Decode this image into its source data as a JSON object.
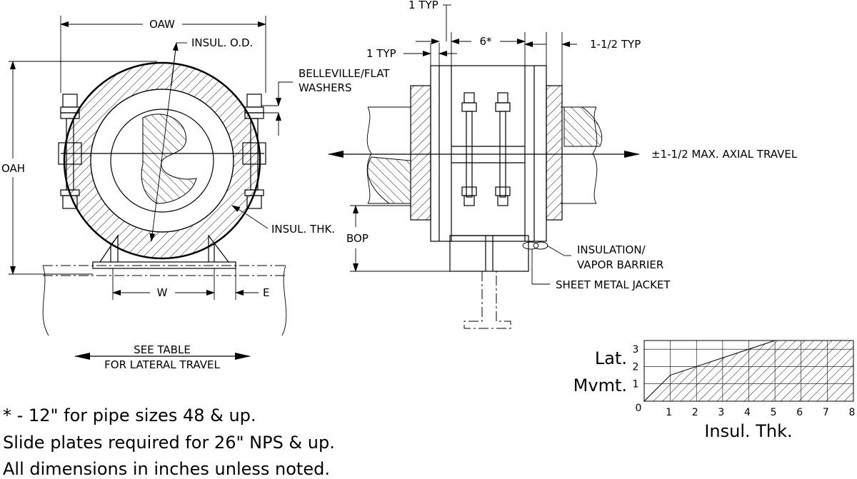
{
  "front_view": {
    "oaw": "OAW",
    "oah": "OAH",
    "insul_od": "INSUL. O.D.",
    "washers_line1": "BELLEVILLE/FLAT",
    "washers_line2": "WASHERS",
    "insul_thk": "INSUL. THK.",
    "w": "W",
    "e": "E",
    "see_table_line1": "SEE TABLE",
    "see_table_line2": "FOR LATERAL TRAVEL"
  },
  "side_view": {
    "one_typ_top": "1 TYP",
    "one_typ": "1 TYP",
    "six": "6*",
    "one_half_typ": "1-1/2 TYP",
    "axial_travel": "±1-1/2 MAX. AXIAL TRAVEL",
    "bop": "BOP",
    "insulation_line1": "INSULATION/",
    "insulation_line2": "VAPOR BARRIER",
    "sheet_metal": "SHEET METAL JACKET"
  },
  "notes": [
    "* - 12\" for pipe sizes 48 & up.",
    "Slide plates required for 26\" NPS & up.",
    "All dimensions in inches unless noted."
  ],
  "chart_data": {
    "type": "area",
    "title": "",
    "xlabel": "Insul. Thk.",
    "ylabel_line1": "Lat.",
    "ylabel_line2": "Mvmt.",
    "xlim": [
      0,
      8
    ],
    "ylim": [
      0,
      3.5
    ],
    "x_ticks": [
      "0",
      "1",
      "2",
      "3",
      "4",
      "5",
      "6",
      "7",
      "8"
    ],
    "y_ticks": [
      "1",
      "2",
      "3"
    ],
    "grid": true,
    "series": [
      {
        "x": [
          0,
          1,
          2,
          3,
          4,
          5,
          8
        ],
        "values": [
          0,
          1.5,
          2.0,
          2.5,
          3.0,
          3.5,
          3.5
        ]
      }
    ]
  }
}
